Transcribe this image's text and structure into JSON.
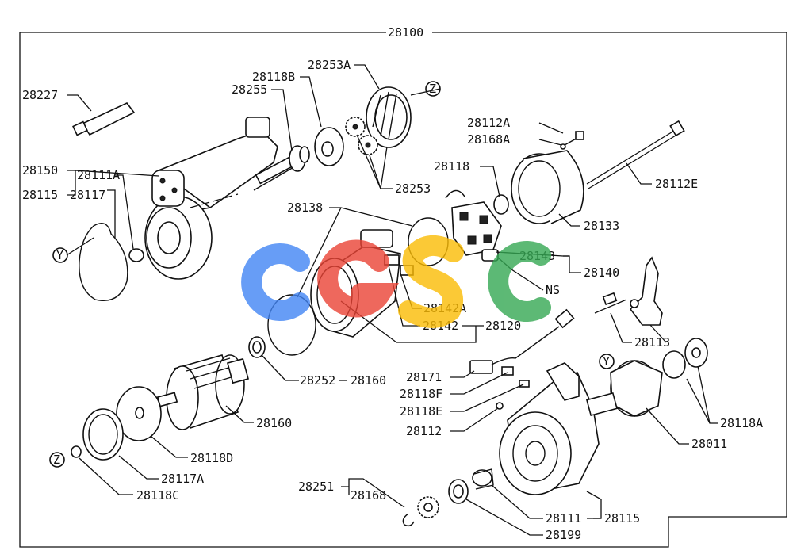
{
  "diagram": {
    "frame_label": "28100",
    "callouts": {
      "z": "Z",
      "y": "Y"
    },
    "labels": {
      "l28227": "28227",
      "l28118B": "28118B",
      "l28255": "28255",
      "l28253A": "28253A",
      "l28253": "28253",
      "l28150": "28150",
      "l28111A": "28111A",
      "l28115": "28115",
      "l28117": "28117",
      "l28112A": "28112A",
      "l28168A": "28168A",
      "l28118": "28118",
      "l28112E": "28112E",
      "l28133": "28133",
      "l28138": "28138",
      "l28143": "28143",
      "l28140": "28140",
      "lNS": "NS",
      "l28142A": "28142A",
      "l28142": "28142",
      "l28120": "28120",
      "l28113": "28113",
      "l28252": "28252",
      "l28160a": "28160",
      "l28160b": "28160",
      "l28171": "28171",
      "l28118F": "28118F",
      "l28118E": "28118E",
      "l28112": "28112",
      "l28118A": "28118A",
      "l28011": "28011",
      "l28118D": "28118D",
      "l28117A": "28117A",
      "l28118C": "28118C",
      "l28251": "28251",
      "l28168": "28168",
      "l28111": "28111",
      "l28115b": "28115",
      "l28199": "28199"
    },
    "watermark": "CGSC",
    "watermark_colors": [
      "#4285f4",
      "#ea4335",
      "#fbbc05",
      "#34a853"
    ]
  }
}
